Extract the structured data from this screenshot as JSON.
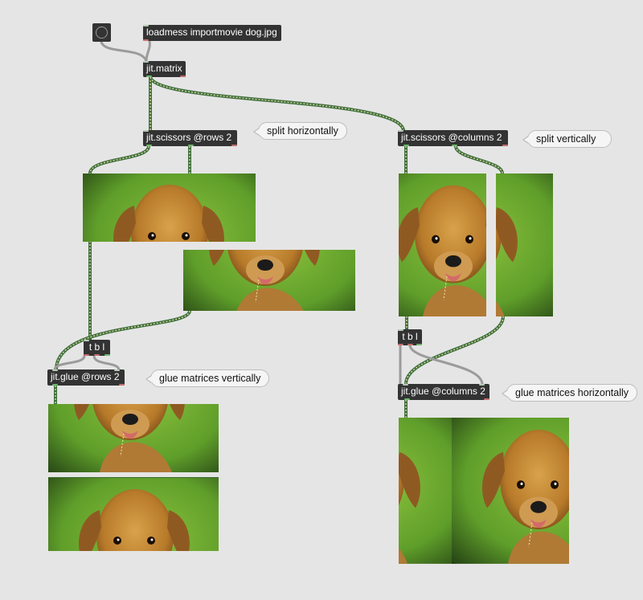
{
  "objects": {
    "loadmess": "loadmess importmovie dog.jpg",
    "matrix": "jit.matrix",
    "scissors_rows": "jit.scissors @rows 2",
    "scissors_columns": "jit.scissors @columns 2",
    "tbl_left": "t b l",
    "tbl_right": "t b l",
    "glue_rows": "jit.glue @rows 2",
    "glue_columns": "jit.glue @columns 2"
  },
  "comments": {
    "split_h": "split horizontally",
    "split_v": "split vertically",
    "glue_v": "glue matrices vertically",
    "glue_h": "glue matrices horizontally"
  },
  "icons": {
    "bang": "bang-button-icon",
    "image": "dog-photo"
  },
  "colors": {
    "canvas": "#e5e5e5",
    "object_bg": "#333333",
    "matrix_cord": "#3e6f3e",
    "message_cord": "#9b9b9b",
    "inlet": "#b7c9b7",
    "outlet_matrix": "#6dbb6d",
    "outlet_other": "#c56e6e"
  }
}
